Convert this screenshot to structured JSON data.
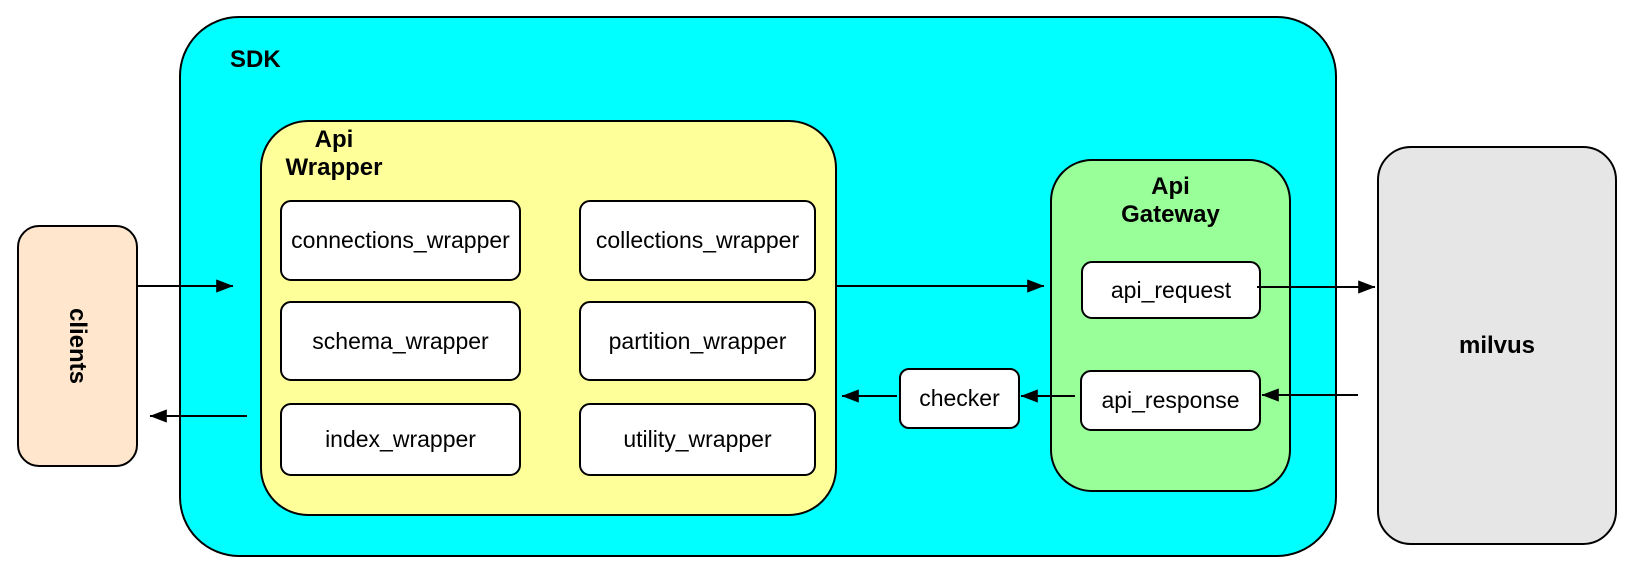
{
  "clients": {
    "label": "clients"
  },
  "sdk": {
    "label": "SDK",
    "api_wrapper": {
      "label_line1": "Api",
      "label_line2": "Wrapper",
      "modules": [
        "connections_wrapper",
        "collections_wrapper",
        "schema_wrapper",
        "partition_wrapper",
        "index_wrapper",
        "utility_wrapper"
      ]
    },
    "checker": {
      "label": "checker"
    },
    "api_gateway": {
      "label_line1": "Api",
      "label_line2": "Gateway",
      "request_label": "api_request",
      "response_label": "api_response"
    }
  },
  "milvus": {
    "label": "milvus"
  },
  "edges": [
    {
      "from": "clients",
      "to": "sdk"
    },
    {
      "from": "sdk",
      "to": "clients"
    },
    {
      "from": "api_wrapper",
      "to": "api_request"
    },
    {
      "from": "api_request",
      "to": "milvus"
    },
    {
      "from": "milvus",
      "to": "api_response"
    },
    {
      "from": "api_response",
      "to": "checker"
    },
    {
      "from": "checker",
      "to": "api_wrapper"
    }
  ],
  "colors": {
    "sdk_fill": "#00FFFF",
    "api_wrapper_fill": "#FFFF99",
    "api_gateway_fill": "#99FF99",
    "clients_fill": "#FFE6CC",
    "milvus_fill": "#E6E6E6",
    "node_fill": "#FFFFFF",
    "stroke": "#000000"
  }
}
